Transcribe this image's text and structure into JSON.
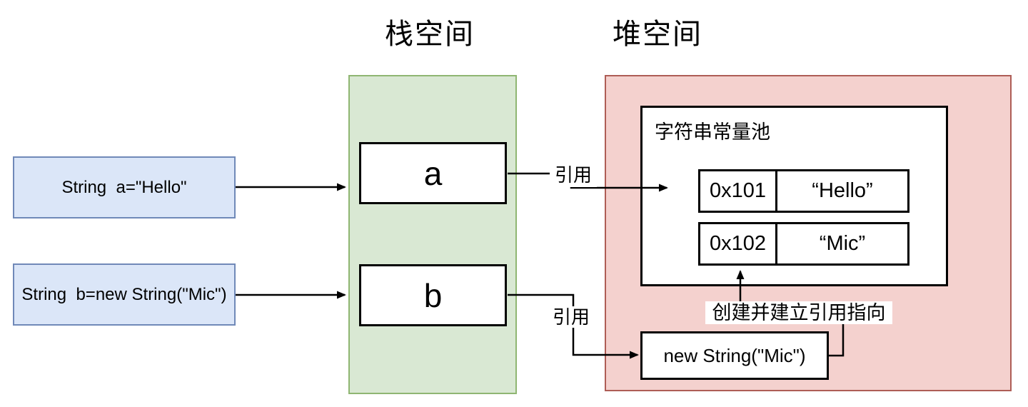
{
  "diagram": {
    "titles": {
      "stack": "栈空间",
      "heap": "堆空间"
    },
    "code_boxes": [
      {
        "label": "String  a=\"Hello\""
      },
      {
        "label": "String  b=new String(\"Mic\")"
      }
    ],
    "stack_vars": [
      {
        "label": "a"
      },
      {
        "label": "b"
      }
    ],
    "pool": {
      "title": "字符串常量池",
      "entries": [
        {
          "address": "0x101",
          "value": "“Hello”"
        },
        {
          "address": "0x102",
          "value": "“Mic”"
        }
      ]
    },
    "heap_object": {
      "label": "new String(\"Mic\")"
    },
    "edge_labels": {
      "ref_a": "引用",
      "ref_b": "引用",
      "create": "创建并建立引用指向"
    },
    "colors": {
      "stack_fill": "#d9e8d3",
      "stack_border": "#8fb672",
      "heap_fill": "#f4d1ce",
      "heap_border": "#ae5d56",
      "code_fill": "#dbe6f8",
      "code_border": "#7089b8",
      "line": "#000000"
    }
  }
}
